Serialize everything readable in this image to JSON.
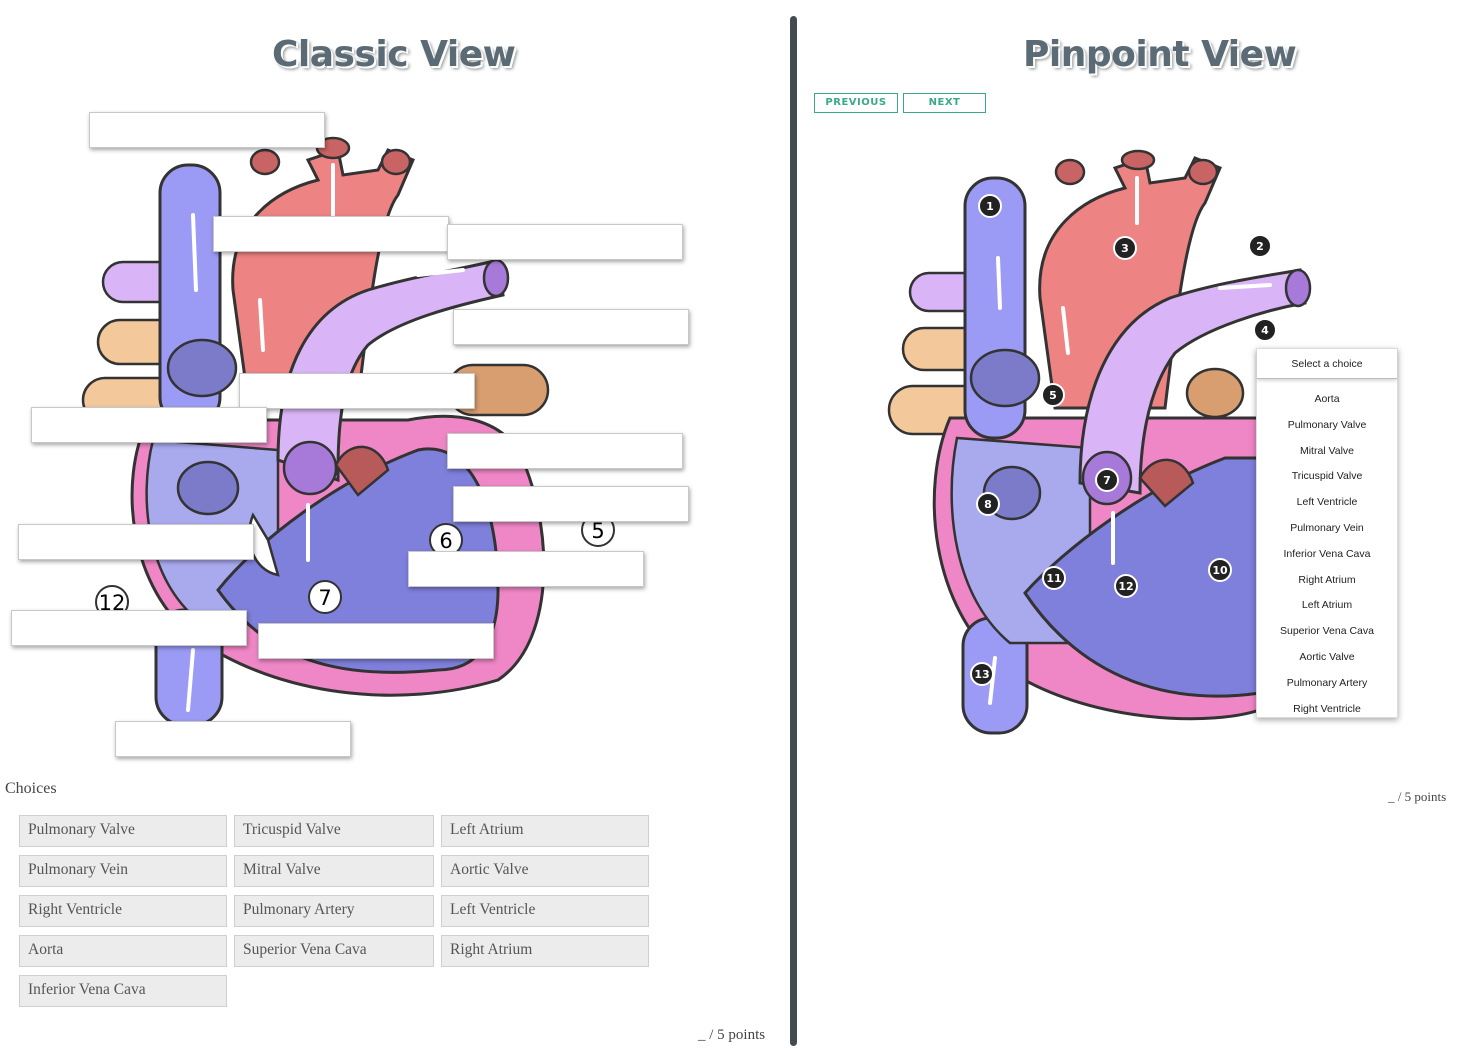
{
  "classic": {
    "title": "Classic View",
    "visible_numbers": [
      "5",
      "6",
      "7",
      "12"
    ],
    "choices_heading": "Choices",
    "choices": [
      "Pulmonary Valve",
      "Tricuspid Valve",
      "Left Atrium",
      "Pulmonary Vein",
      "Mitral Valve",
      "Aortic Valve",
      "Right Ventricle",
      "Pulmonary Artery",
      "Left Ventricle",
      "Aorta",
      "Superior Vena Cava",
      "Right Atrium",
      "Inferior Vena Cava"
    ],
    "points": "_ / 5 points"
  },
  "pinpoint": {
    "title": "Pinpoint View",
    "previous_label": "PREVIOUS",
    "next_label": "NEXT",
    "markers": [
      "1",
      "2",
      "3",
      "4",
      "5",
      "7",
      "8",
      "10",
      "11",
      "12",
      "13"
    ],
    "dropdown": {
      "placeholder": "Select a choice",
      "options": [
        "Aorta",
        "Pulmonary Valve",
        "Mitral Valve",
        "Tricuspid Valve",
        "Left Ventricle",
        "Pulmonary Vein",
        "Inferior Vena Cava",
        "Right Atrium",
        "Left Atrium",
        "Superior Vena Cava",
        "Aortic Valve",
        "Pulmonary Artery",
        "Right Ventricle"
      ]
    },
    "points": "_ / 5 points"
  },
  "colors": {
    "title_text": "#5b6b76",
    "divider": "#434b52",
    "nav_accent": "#3aa88a",
    "chip_bg": "#ececec",
    "vena_cava": "#9b9bf5",
    "right_heart": "#a9a9ee",
    "left_ventricle": "#7f7fdc",
    "aorta": "#ee8383",
    "pulmonary_artery": "#d9b5f7",
    "pulmonary_vein": "#f3c89a",
    "pericardium": "#ef86c6"
  }
}
